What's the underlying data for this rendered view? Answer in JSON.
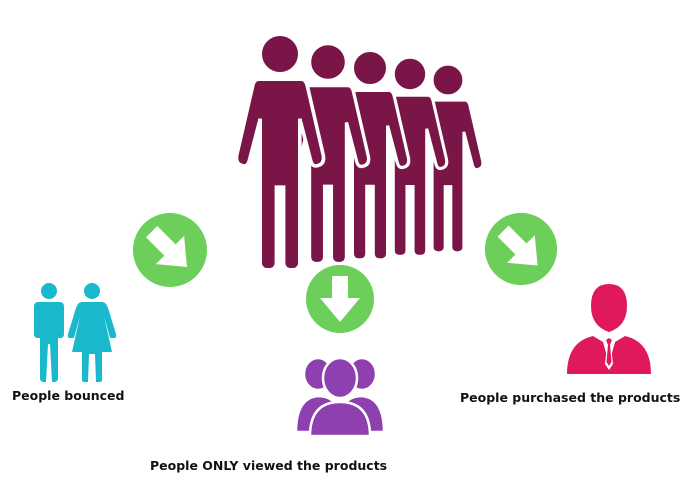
{
  "colors": {
    "crowd": "#7a1547",
    "arrow_circle": "#6ccf5a",
    "bounced": "#1ab8cc",
    "viewed": "#8e3fb0",
    "purchased": "#e0195b"
  },
  "icons": {
    "crowd": "crowd-icon",
    "bounced": "man-woman-icon",
    "viewed": "group-icon",
    "purchased": "businessman-icon",
    "arrow": "arrow-down-icon"
  },
  "labels": {
    "bounced": "People bounced",
    "viewed": "People ONLY viewed the products",
    "purchased": "People purchased the products"
  }
}
